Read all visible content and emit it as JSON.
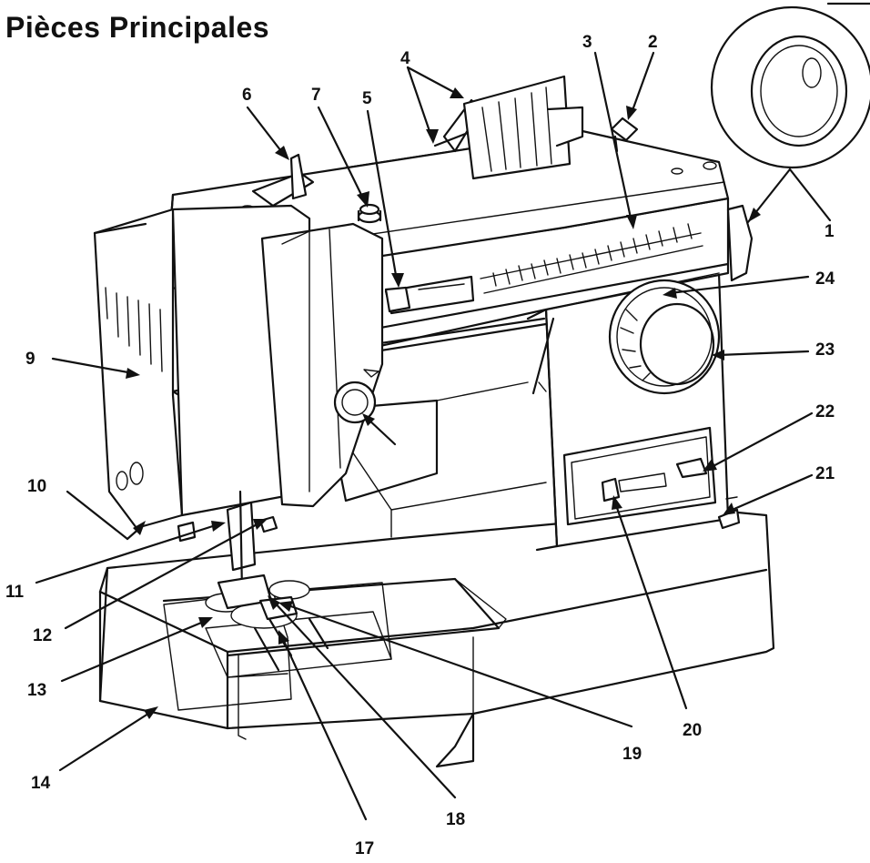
{
  "title": "Pièces Principales",
  "labels": [
    {
      "id": "1",
      "text": "1"
    },
    {
      "id": "2",
      "text": "2"
    },
    {
      "id": "3",
      "text": "3"
    },
    {
      "id": "4",
      "text": "4"
    },
    {
      "id": "5",
      "text": "5"
    },
    {
      "id": "6",
      "text": "6"
    },
    {
      "id": "7",
      "text": "7"
    },
    {
      "id": "9",
      "text": "9"
    },
    {
      "id": "10",
      "text": "10"
    },
    {
      "id": "11",
      "text": "11"
    },
    {
      "id": "12",
      "text": "12"
    },
    {
      "id": "13",
      "text": "13"
    },
    {
      "id": "14",
      "text": "14"
    },
    {
      "id": "17",
      "text": "17"
    },
    {
      "id": "18",
      "text": "18"
    },
    {
      "id": "19",
      "text": "19"
    },
    {
      "id": "20",
      "text": "20"
    },
    {
      "id": "21",
      "text": "21"
    },
    {
      "id": "22",
      "text": "22"
    },
    {
      "id": "23",
      "text": "23"
    },
    {
      "id": "24",
      "text": "24"
    }
  ],
  "colors": {
    "ink": "#111111",
    "paper": "#ffffff"
  }
}
